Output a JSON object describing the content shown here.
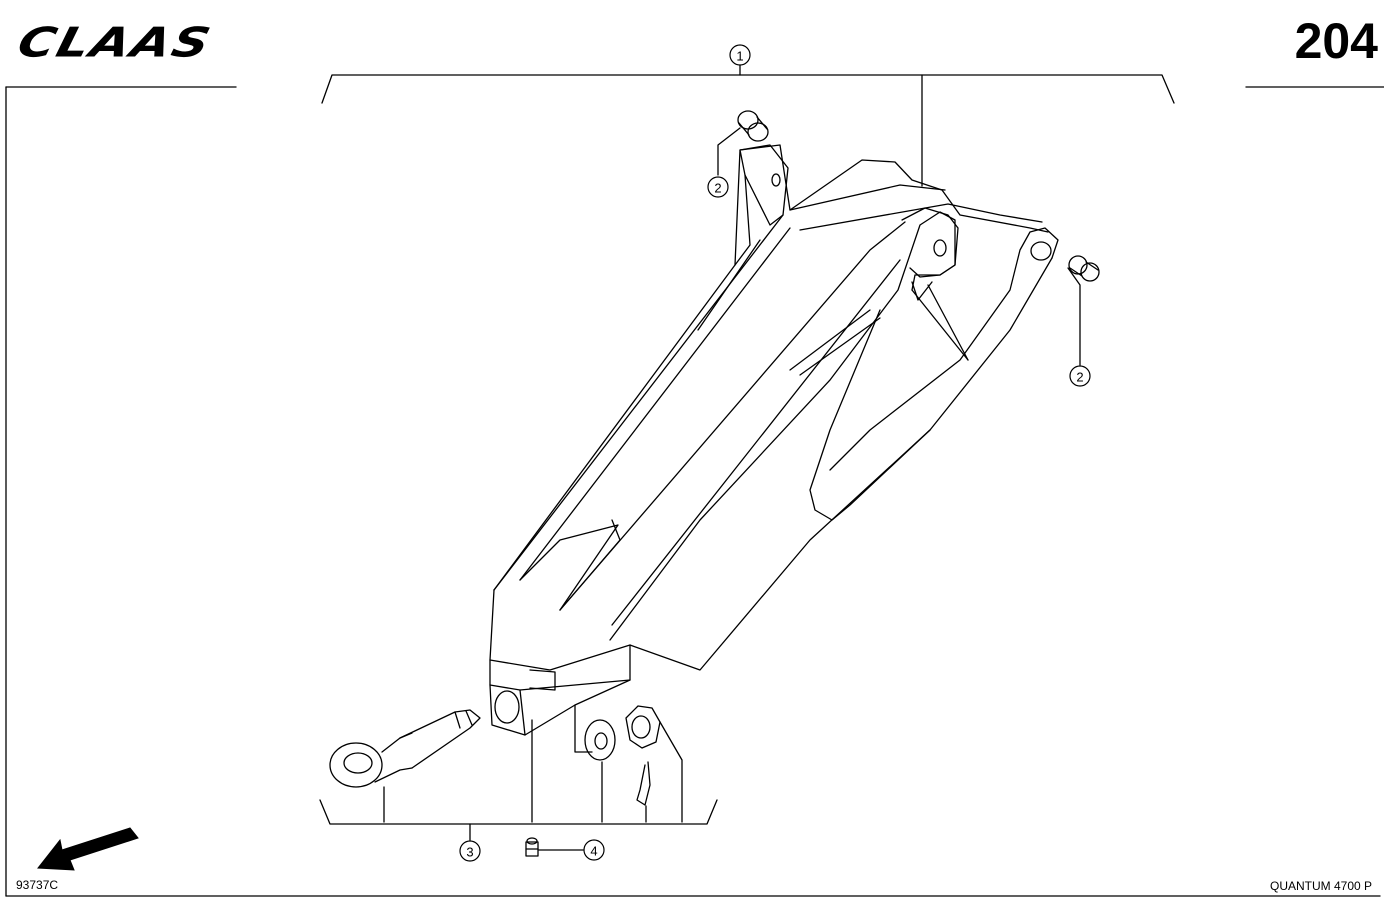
{
  "header": {
    "brand": "CLAAS",
    "page_number": "204"
  },
  "footer": {
    "drawing_code": "93737C",
    "model": "QUANTUM 4700 P"
  },
  "callouts": [
    "1",
    "2",
    "2",
    "3",
    "4"
  ]
}
